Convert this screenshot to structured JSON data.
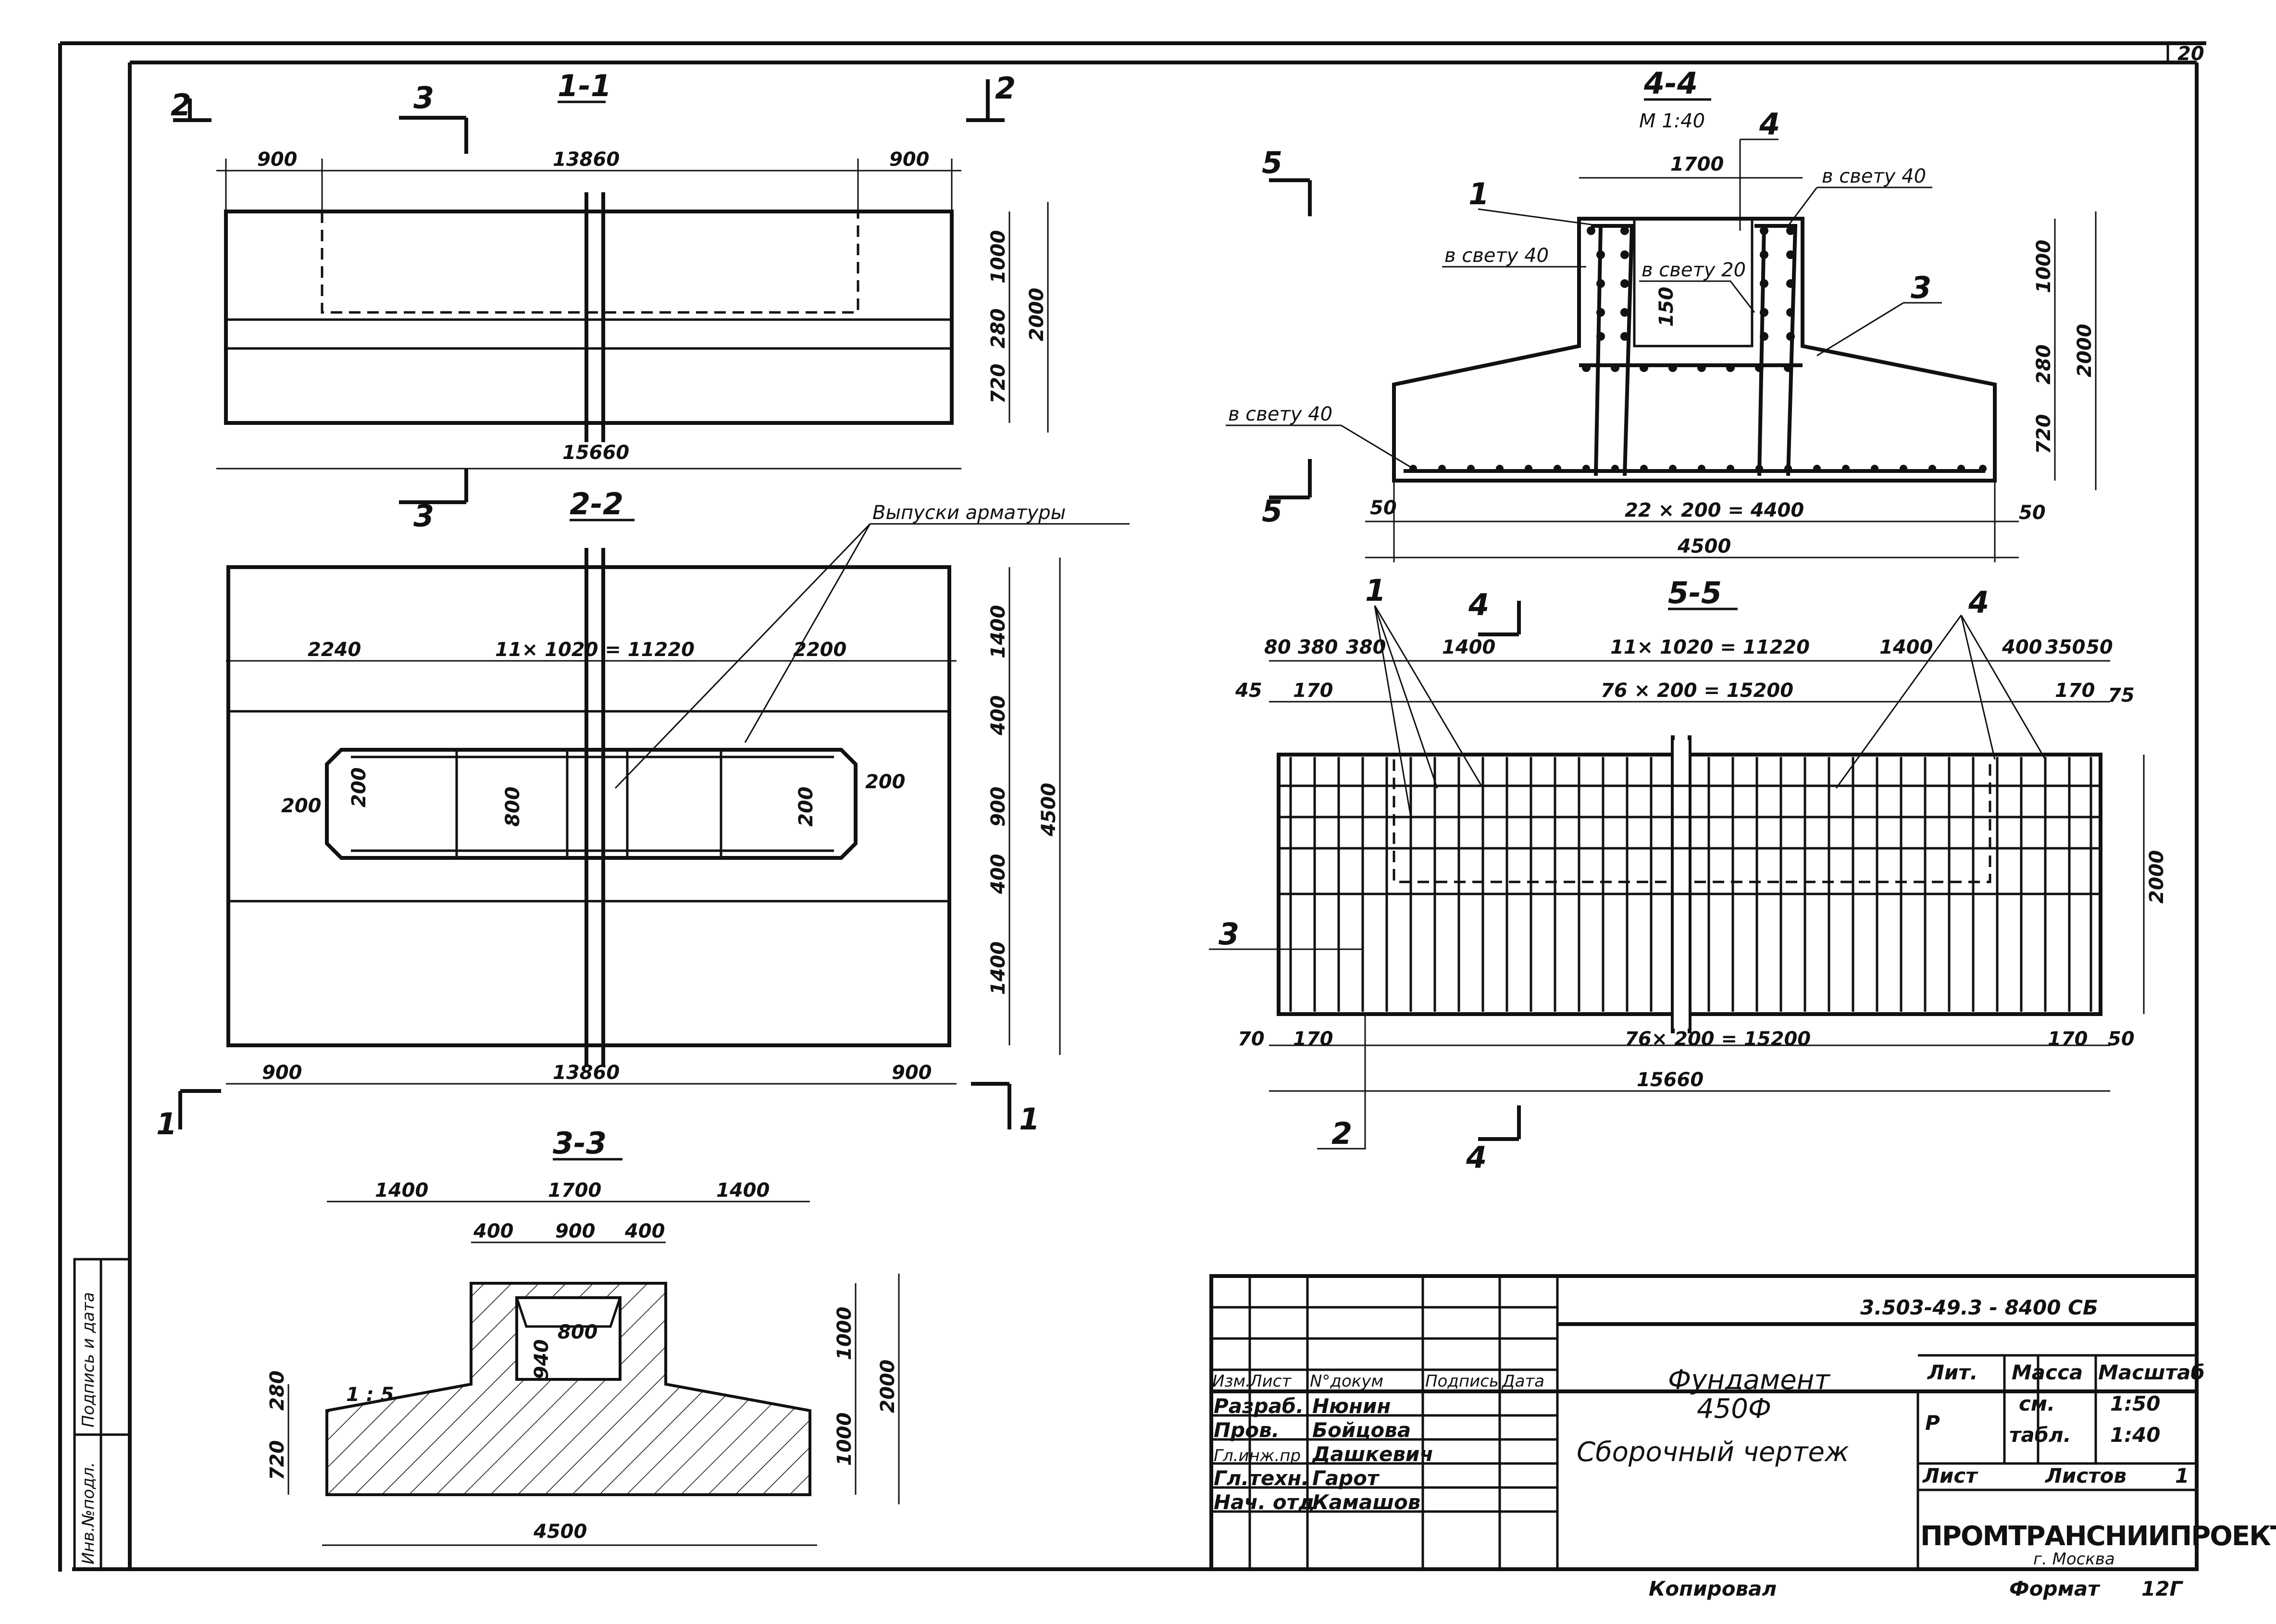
{
  "sheet": {
    "number": "20"
  },
  "sections": {
    "s11": "1-1",
    "s22": "2-2",
    "s33": "3-3",
    "s44": "4-4",
    "s44_scale": "М 1:40",
    "s55": "5-5",
    "cut1": "1",
    "cut2": "2",
    "cut3": "3",
    "cut4": "4",
    "cut5": "5"
  },
  "dims11": {
    "a": "900",
    "b": "13860",
    "c": "900",
    "total": "15660",
    "h1": "1000",
    "h2": "280",
    "h3": "720",
    "h": "2000"
  },
  "dims22": {
    "a": "2240",
    "b": "11× 1020 = 11220",
    "c": "2200",
    "d": "900",
    "e": "13860",
    "f": "900",
    "c200a": "200",
    "c200b": "200",
    "c200c": "200",
    "c200d": "200",
    "w800": "800",
    "v1": "1400",
    "v2": "400",
    "v3": "900",
    "v4": "400",
    "v5": "1400",
    "vt": "4500",
    "note": "Выпуски арматуры"
  },
  "dims33": {
    "a": "1400",
    "b": "1700",
    "c": "1400",
    "d": "400",
    "e": "900",
    "f": "400",
    "w800": "800",
    "h940": "940",
    "h1000a": "1000",
    "h1000b": "1000",
    "h2000": "2000",
    "h280": "280",
    "h720": "720",
    "slope": "1 : 5",
    "total": "4500"
  },
  "dims44": {
    "top": "1700",
    "b1": "50",
    "b2": "22 × 200 = 4400",
    "b3": "50",
    "total": "4500",
    "h1": "1000",
    "h2": "280",
    "h3": "720",
    "h": "2000",
    "n1": "в свету 40",
    "n2": "в свету 40",
    "n3": "в свету 20",
    "n4": "в свету 40",
    "n150": "150",
    "p1": "1",
    "p3": "3",
    "p4": "4"
  },
  "dims55": {
    "a80": "80",
    "a380a": "380",
    "a380b": "380",
    "a1400a": "1400",
    "mid": "11× 1020 = 11220",
    "a1400b": "1400",
    "a400": "400",
    "a350": "350",
    "a50": "50",
    "a45": "45",
    "a170a": "170",
    "pitch": "76 × 200 = 15200",
    "a170b": "170",
    "a75": "75",
    "b70": "70",
    "b170a": "170",
    "bpitch": "76× 200 = 15200",
    "b170b": "170",
    "b50": "50",
    "total": "15660",
    "h": "2000",
    "p1": "1",
    "p3": "3",
    "p4": "4",
    "p2": "2"
  },
  "side": {
    "col1": "Инв.№подл.",
    "col2": "Подпись и дата"
  },
  "title_block": {
    "code": "3.503-49.3 - 8400 СБ",
    "hdr": [
      "Изм.",
      "Лист",
      "N°докум",
      "Подпись",
      "Дата"
    ],
    "rows": [
      {
        "role": "Разраб.",
        "name": "Нюнин"
      },
      {
        "role": "Пров.",
        "name": "Бойцова"
      },
      {
        "role": "Гл.инж.пр",
        "name": "Дашкевич"
      },
      {
        "role": "Гл.техн.",
        "name": "Гарот"
      },
      {
        "role": "Нач. отд",
        "name": "Камашов"
      }
    ],
    "name1": "Фундамент",
    "name2": "450Ф",
    "name3": "Сборочный чертеж",
    "lit": "Лит.",
    "mass": "Масса",
    "scale": "Масштаб",
    "lit_val": "Р",
    "mass_val1": "см.",
    "mass_val2": "табл.",
    "scale1": "1:50",
    "scale2": "1:40",
    "list": "Лист",
    "listov": "Листов",
    "listov_val": "1",
    "org": "ПРОМТРАНСНИИПРОЕКТ",
    "city": "г. Москва",
    "copied": "Копировал",
    "format": "Формат",
    "format_val": "12Г"
  }
}
